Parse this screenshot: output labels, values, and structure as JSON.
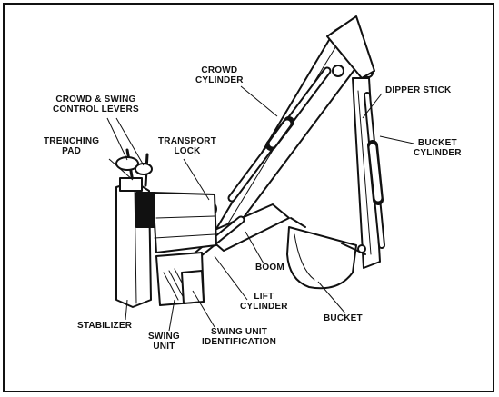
{
  "labels": {
    "crowd_cylinder": [
      "CROWD",
      "CYLINDER"
    ],
    "dipper_stick": "DIPPER STICK",
    "crowd_swing_levers": [
      "CROWD & SWING",
      "CONTROL LEVERS"
    ],
    "trenching_pad": [
      "TRENCHING",
      "PAD"
    ],
    "transport_lock": [
      "TRANSPORT",
      "LOCK"
    ],
    "bucket_cylinder": [
      "BUCKET",
      "CYLINDER"
    ],
    "boom": "BOOM",
    "lift_cylinder": [
      "LIFT",
      "CYLINDER"
    ],
    "stabilizer": "STABILIZER",
    "swing_unit": [
      "SWING",
      "UNIT"
    ],
    "swing_unit_identification": [
      "SWING UNIT",
      "IDENTIFICATION"
    ],
    "bucket": "BUCKET"
  },
  "colors": {
    "line": "#111111",
    "background": "#ffffff"
  }
}
